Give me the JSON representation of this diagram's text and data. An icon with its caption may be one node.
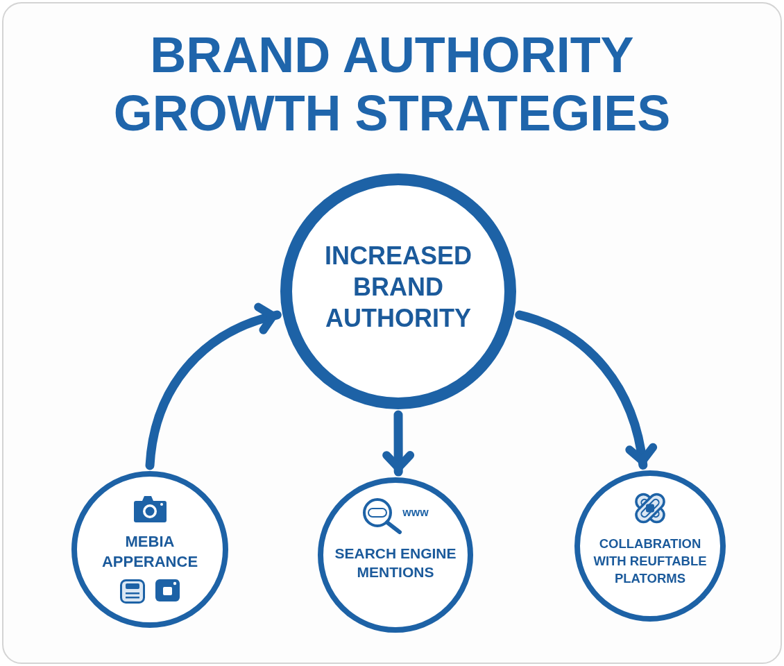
{
  "diagram": {
    "title": "BRAND AUTHORITY GROWTH STRATEGIES",
    "nodes": [
      {
        "text": [
          "INCREASED BRAND AUTHORITY"
        ]
      },
      {
        "text": [
          "MEBIA APPERANCE"
        ]
      },
      {
        "text": [
          "www",
          "SEARCH ENGINE MENTIONS"
        ]
      },
      {
        "text": [
          "COLLABRATION WITH REUFTABLE PLATORMS"
        ]
      }
    ],
    "edges": [
      {
        "from": 1,
        "to": 0,
        "arrow": "to"
      },
      {
        "from": 0,
        "to": 2,
        "arrow": "to"
      },
      {
        "from": 0,
        "to": 3,
        "arrow": "to"
      }
    ]
  }
}
